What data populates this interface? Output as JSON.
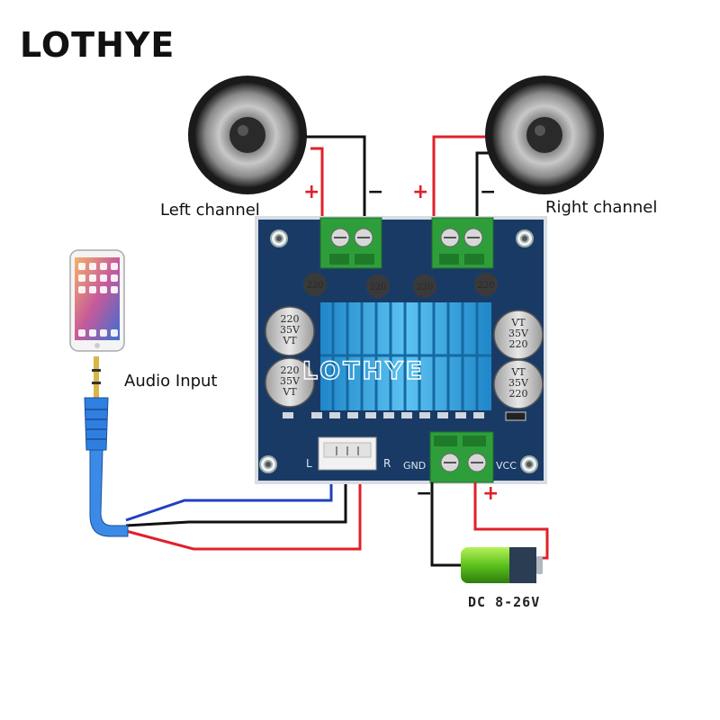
{
  "brand": "LOTHYE",
  "labels": {
    "left_channel": "Left channel",
    "right_channel": "Right channel",
    "audio_input": "Audio Input",
    "power": "DC 8-26V"
  },
  "polarity": {
    "plus": "+",
    "minus": "−"
  },
  "board": {
    "watermark": "LOTHYE",
    "silk_left": "L",
    "silk_right": "R",
    "silk_gnd": "GND",
    "silk_vcc": "VCC",
    "small_caps": [
      "220",
      "220",
      "220",
      "220"
    ],
    "big_cap_value": "220",
    "big_cap_voltage": "35V",
    "big_cap_series": "VT"
  },
  "colors": {
    "pcb": "#1a3a66",
    "heatsink": "#3aa6e0",
    "terminal": "#2e9e3a",
    "wire_red": "#e0202a",
    "wire_black": "#111111",
    "wire_blue": "#2040c0",
    "battery_green": "#6fd12a",
    "cable_blue": "#2f7fe0"
  }
}
